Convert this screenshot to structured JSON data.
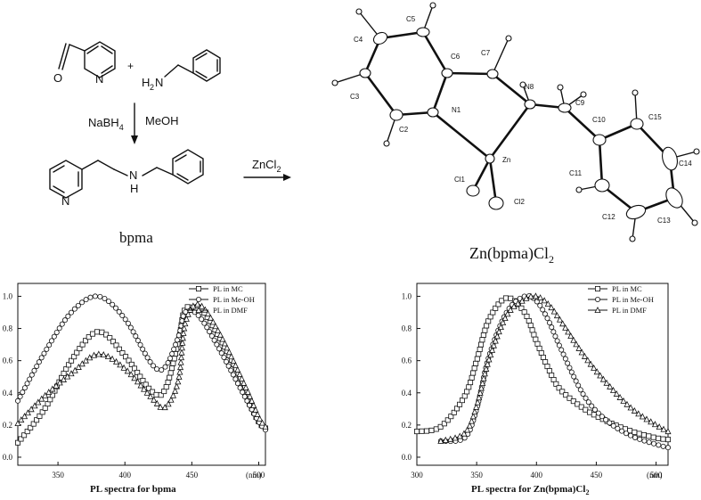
{
  "scheme": {
    "reagent_line1": "NaBH",
    "reagent_line1_sub": "4",
    "solvent": "MeOH",
    "plus": "+",
    "amine_label": "H",
    "amine_label_sub": "2",
    "amine_label_n": "N",
    "pyridine_n": "N",
    "carbonyl_o": "O",
    "product_n": "N",
    "product_nh_n": "N",
    "product_nh_h": "H",
    "compound_name": "bpma",
    "zinc_reagent": "ZnCl",
    "zinc_reagent_sub": "2",
    "complex_name": "Zn(bpma)Cl",
    "complex_name_sub": "2"
  },
  "crystal_structure": {
    "atom_labels": [
      {
        "id": "C5",
        "text": "C5"
      },
      {
        "id": "C4",
        "text": "C4"
      },
      {
        "id": "C6",
        "text": "C6"
      },
      {
        "id": "C7",
        "text": "C7"
      },
      {
        "id": "N8",
        "text": "N8"
      },
      {
        "id": "C9",
        "text": "C9"
      },
      {
        "id": "C3",
        "text": "C3"
      },
      {
        "id": "N1",
        "text": "N1"
      },
      {
        "id": "C2",
        "text": "C2"
      },
      {
        "id": "C10",
        "text": "C10"
      },
      {
        "id": "C15",
        "text": "C15"
      },
      {
        "id": "Zn",
        "text": "Zn"
      },
      {
        "id": "C11",
        "text": "C11"
      },
      {
        "id": "C14",
        "text": "C14"
      },
      {
        "id": "Cl1",
        "text": "Cl1"
      },
      {
        "id": "Cl2",
        "text": "Cl2"
      },
      {
        "id": "C12",
        "text": "C12"
      },
      {
        "id": "C13",
        "text": "C13"
      }
    ]
  },
  "chart_data": [
    {
      "type": "line",
      "title": "PL spectra for bpma",
      "xlabel": "(nm)",
      "xlim": [
        320,
        505
      ],
      "ylim": [
        -0.05,
        1.08
      ],
      "xticks": [
        "350",
        "400",
        "450",
        "500"
      ],
      "yticks": [
        "0.0",
        "0.2",
        "0.4",
        "0.6",
        "0.8",
        "1.0"
      ],
      "legend_position": "top-right",
      "x": [
        320,
        340,
        360,
        380,
        400,
        420,
        430,
        440,
        445,
        455,
        470,
        490,
        500,
        505
      ],
      "series": [
        {
          "name": "PL in MC",
          "marker": "square",
          "values": [
            0.09,
            0.3,
            0.6,
            0.78,
            0.63,
            0.41,
            0.42,
            0.72,
            0.92,
            0.9,
            0.7,
            0.38,
            0.22,
            0.18
          ]
        },
        {
          "name": "PL in Me-OH",
          "marker": "circle",
          "values": [
            0.35,
            0.65,
            0.9,
            1.0,
            0.86,
            0.58,
            0.56,
            0.75,
            0.9,
            0.88,
            0.68,
            0.37,
            0.22,
            0.17
          ]
        },
        {
          "name": "PL in DMF",
          "marker": "triangle",
          "values": [
            0.21,
            0.38,
            0.52,
            0.64,
            0.55,
            0.37,
            0.31,
            0.48,
            0.83,
            0.95,
            0.78,
            0.44,
            0.25,
            0.19
          ]
        }
      ]
    },
    {
      "type": "line",
      "title": "PL spectra for Zn(bpma)Cl",
      "title_sub": "2",
      "xlabel": "(nm)",
      "xlim": [
        300,
        510
      ],
      "ylim": [
        -0.05,
        1.08
      ],
      "xticks": [
        "300",
        "350",
        "400",
        "450",
        "500"
      ],
      "yticks": [
        "0.0",
        "0.2",
        "0.4",
        "0.6",
        "0.8",
        "1.0"
      ],
      "legend_position": "top-right",
      "x": [
        300,
        320,
        340,
        350,
        360,
        375,
        390,
        400,
        410,
        420,
        440,
        460,
        480,
        500,
        510
      ],
      "series": [
        {
          "name": "PL in MC",
          "marker": "square",
          "values": [
            0.16,
            0.19,
            0.38,
            0.6,
            0.85,
            0.99,
            0.9,
            0.72,
            0.55,
            0.42,
            0.3,
            0.22,
            0.16,
            0.12,
            0.11
          ]
        },
        {
          "name": "PL in Me-OH",
          "marker": "circle",
          "values": [
            null,
            0.1,
            0.12,
            0.3,
            0.62,
            0.9,
            1.0,
            0.97,
            0.85,
            0.68,
            0.38,
            0.22,
            0.13,
            0.08,
            0.06
          ]
        },
        {
          "name": "PL in DMF",
          "marker": "triangle",
          "values": [
            null,
            0.1,
            0.15,
            0.32,
            0.6,
            0.88,
            0.98,
            1.0,
            0.95,
            0.85,
            0.63,
            0.45,
            0.3,
            0.2,
            0.16
          ]
        }
      ]
    }
  ]
}
